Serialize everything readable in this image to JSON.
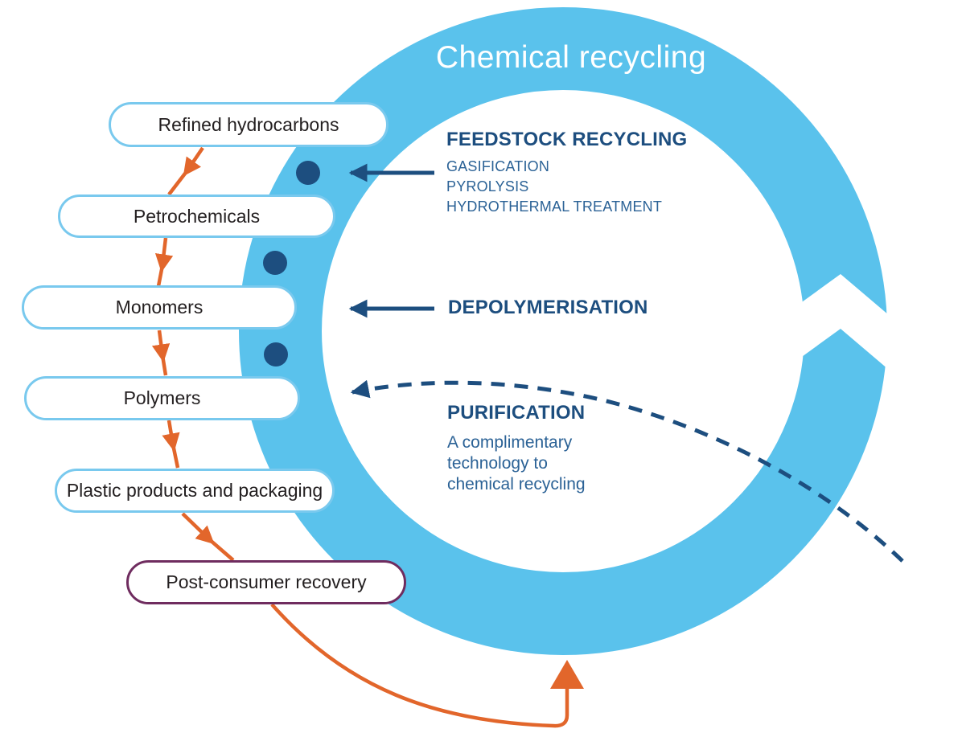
{
  "title": "Chemical recycling",
  "process_chain": {
    "pills": [
      {
        "label": "Refined hydrocarbons"
      },
      {
        "label": "Petrochemicals"
      },
      {
        "label": "Monomers"
      },
      {
        "label": "Polymers"
      },
      {
        "label": "Plastic products and packaging"
      },
      {
        "label": "Post-consumer recovery"
      }
    ]
  },
  "ring_labels": {
    "feedstock_heading": "FEEDSTOCK RECYCLING",
    "feedstock_items": [
      "GASIFICATION",
      "PYROLYSIS",
      "HYDROTHERMAL TREATMENT"
    ],
    "depolymerisation": "DEPOLYMERISATION",
    "purification_heading": "PURIFICATION",
    "purification_lines": [
      "A complimentary",
      "technology to",
      "chemical recycling"
    ]
  },
  "colors": {
    "ring_blue": "#5AC2EC",
    "navy": "#1D4E7F",
    "navy_light": "#2B6296",
    "orange": "#E2662B",
    "purple": "#6F2C5F",
    "pill_border": "#79C9EE",
    "ink": "#231F20"
  }
}
